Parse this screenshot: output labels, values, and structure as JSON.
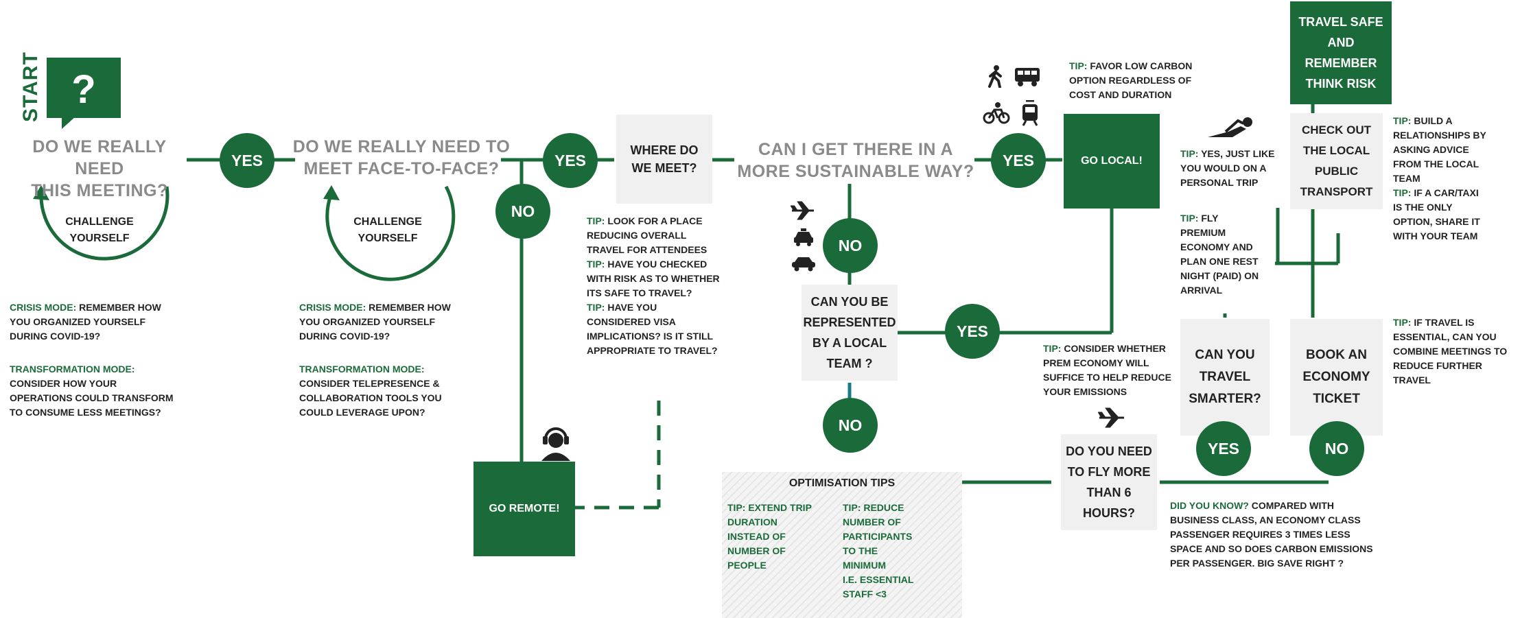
{
  "start": "START",
  "q1": [
    "DO WE REALLY NEED",
    "THIS MEETING?"
  ],
  "q2": [
    "DO WE REALLY NEED TO",
    "MEET FACE-TO-FACE?"
  ],
  "q3": [
    "CAN I GET THERE IN A",
    "MORE SUSTAINABLE WAY?"
  ],
  "yes": "YES",
  "no": "NO",
  "challenge": [
    "CHALLENGE",
    "YOURSELF"
  ],
  "crisis_key": "CRISIS MODE:",
  "crisis_rest": [
    "REMEMBER HOW",
    "YOU ORGANIZED YOURSELF",
    "DURING COVID-19?"
  ],
  "transf_key": "TRANSFORMATION MODE:",
  "transf1": [
    "CONSIDER HOW YOUR",
    "OPERATIONS COULD TRANSFORM",
    "TO CONSUME LESS MEETINGS?"
  ],
  "transf2": [
    "CONSIDER TELEPRESENCE &",
    "COLLABORATION TOOLS YOU",
    "COULD LEVERAGE UPON?"
  ],
  "where": [
    "WHERE DO",
    "WE MEET?"
  ],
  "where_tips": [
    {
      "key": "TIP:",
      "text": [
        "LOOK FOR A PLACE",
        "REDUCING OVERALL",
        "TRAVEL FOR ATTENDEES"
      ]
    },
    {
      "key": "TIP:",
      "text": [
        "HAVE YOU CHECKED",
        "WITH RISK AS TO WHETHER",
        "ITS SAFE TO TRAVEL?"
      ]
    },
    {
      "key": "TIP:",
      "text": [
        "HAVE YOU",
        "CONSIDERED VISA",
        "IMPLICATIONS? IS IT STILL",
        "APPROPRIATE TO TRAVEL?"
      ]
    }
  ],
  "go_remote": "GO REMOTE!",
  "go_local": "GO LOCAL!",
  "low_carbon": {
    "key": "TIP:",
    "text": [
      "FAVOR LOW CARBON",
      "OPTION REGARDLESS OF",
      "COST AND DURATION"
    ]
  },
  "represented": [
    "CAN YOU BE",
    "REPRESENTED",
    "BY A LOCAL",
    "TEAM ?"
  ],
  "opt_title": "OPTIMISATION TIPS",
  "opt_tip1": {
    "key": "TIP:",
    "text": [
      "EXTEND TRIP",
      "DURATION",
      "INSTEAD OF",
      "NUMBER OF",
      "PEOPLE"
    ]
  },
  "opt_tip2": {
    "key": "TIP:",
    "text": [
      "REDUCE",
      "NUMBER OF",
      "PARTICIPANTS",
      "TO THE",
      "MINIMUM",
      "I.E. ESSENTIAL",
      "STAFF <3"
    ]
  },
  "fly6": [
    "DO YOU NEED",
    "TO FLY MORE",
    "THAN 6",
    "HOURS?"
  ],
  "prem_tip": {
    "key": "TIP:",
    "text": [
      "CONSIDER WHETHER",
      "PREM ECONOMY WILL",
      "SUFFICE TO HELP REDUCE",
      "YOUR EMISSIONS"
    ]
  },
  "personal_tip": {
    "key": "TIP:",
    "text": [
      "YES, JUST LIKE",
      "YOU WOULD ON A",
      "PERSONAL TRIP"
    ]
  },
  "fly_tip": {
    "key": "TIP:",
    "text": [
      "FLY",
      "PREMIUM",
      "ECONOMY AND",
      "PLAN ONE REST",
      "NIGHT (PAID) ON",
      "ARRIVAL"
    ]
  },
  "smarter": [
    "CAN YOU",
    "TRAVEL",
    "SMARTER?"
  ],
  "book": [
    "BOOK AN",
    "ECONOMY",
    "TICKET"
  ],
  "check": [
    "CHECK OUT",
    "THE LOCAL",
    "PUBLIC",
    "TRANSPORT"
  ],
  "travel_safe": [
    "TRAVEL SAFE",
    "AND",
    "REMEMBER",
    "THINK RISK"
  ],
  "build_tip": {
    "key": "TIP:",
    "text": [
      "BUILD A",
      "RELATIONSHIPS BY",
      "ASKING ADVICE",
      "FROM THE LOCAL",
      "TEAM"
    ]
  },
  "car_tip": {
    "key": "TIP:",
    "text": [
      "IF A CAR/TAXI",
      "IS THE ONLY",
      "OPTION, SHARE IT",
      "WITH YOUR TEAM"
    ]
  },
  "essential_tip": {
    "key": "TIP:",
    "text": [
      "IF TRAVEL IS",
      "ESSENTIAL, CAN YOU",
      "COMBINE MEETINGS TO",
      "REDUCE FURTHER",
      "TRAVEL"
    ]
  },
  "didyou_key": "DID YOU KNOW?",
  "didyou": [
    "COMPARED WITH",
    "BUSINESS CLASS, AN ECONOMY CLASS",
    "PASSENGER REQUIRES 3 TIMES LESS",
    "SPACE AND SO DOES CARBON EMISSIONS",
    "PER PASSENGER. BIG SAVE RIGHT ?"
  ],
  "icons": [
    "question-icon",
    "walk-icon",
    "bus-icon",
    "bike-icon",
    "tram-icon",
    "plane-icon",
    "taxi-icon",
    "car-icon",
    "headset-icon",
    "relax-icon"
  ],
  "colors": {
    "green": "#1b6b3a",
    "grey_text": "#8a8a8a",
    "box_bg": "#f0f0f0"
  }
}
